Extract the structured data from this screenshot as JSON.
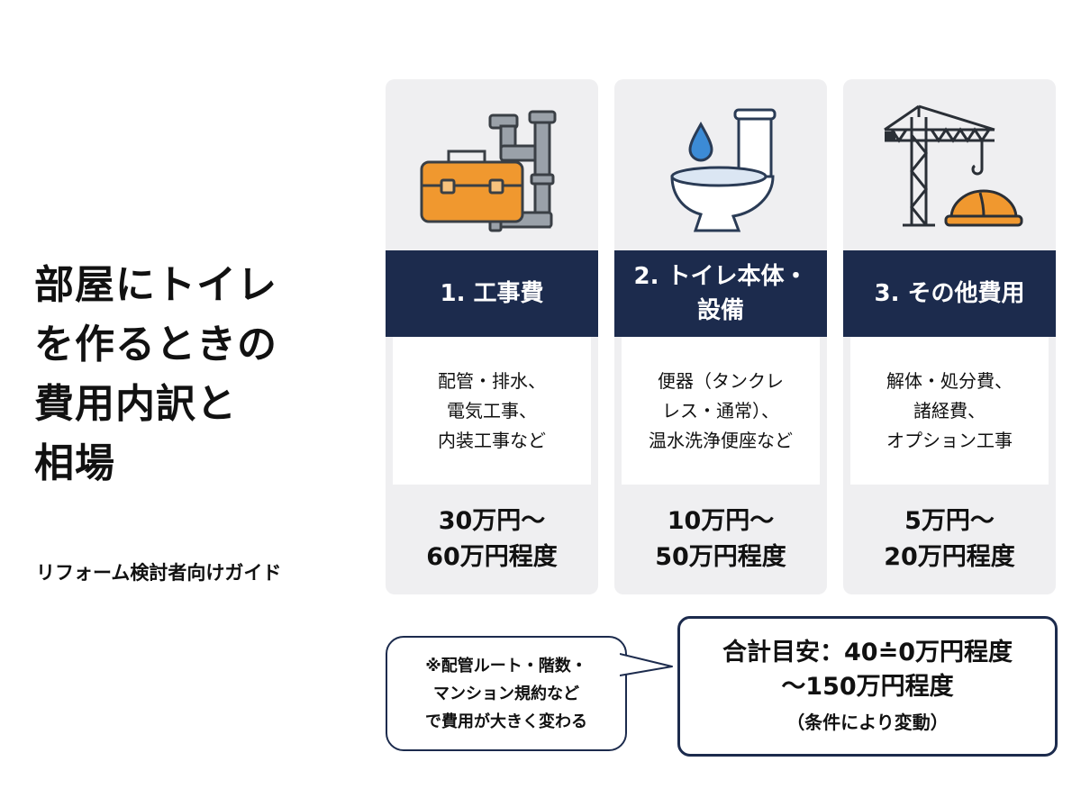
{
  "title": "部屋にトイレ\nを作るときの\n費用内訳と\n相場",
  "subtitle": "リフォーム検討者向けガイド",
  "cards": [
    {
      "icon": "toolbox-pipe-icon",
      "header": "1. 工事費",
      "description": "配管・排水、\n電気工事、\n内装工事など",
      "price": "30万円〜\n60万円程度"
    },
    {
      "icon": "toilet-water-drop-icon",
      "header": "2. トイレ本体・\n設備",
      "description": "便器（タンクレ\nレス・通常）、\n温水洗浄便座など",
      "price": "10万円〜\n50万円程度"
    },
    {
      "icon": "crane-helmet-icon",
      "header": "3. その他費用",
      "description": "解体・処分費、\n諸経費、\nオプション工事",
      "price": "5万円〜\n20万円程度"
    }
  ],
  "note": "※配管ルート・階数・\nマンション規約など\nで費用が大きく変わる",
  "total": {
    "line1": "合計目安：40≐0万円程度",
    "line2": "〜150万円程度",
    "line3": "（条件により変動）"
  },
  "colors": {
    "navy": "#1c2b4d",
    "card_bg": "#efeff1",
    "orange": "#f0982f",
    "pipe_gray": "#9aa1a9",
    "water_blue": "#3c8bd6"
  }
}
